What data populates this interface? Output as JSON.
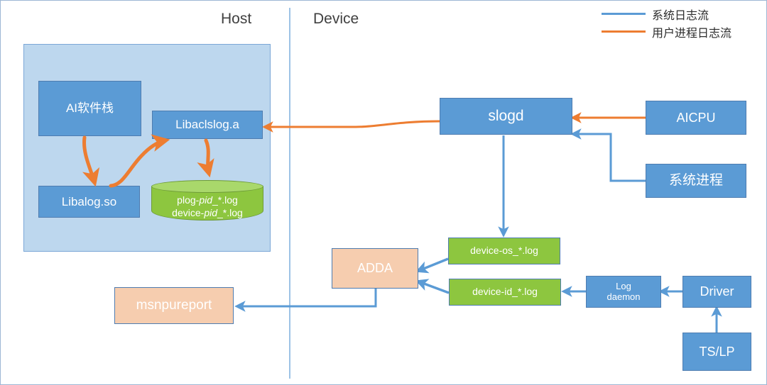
{
  "diagram": {
    "title_host": "Host",
    "title_device": "Device",
    "legend": [
      {
        "color": "#5B9BD5",
        "label": "系统日志流",
        "icon": "line-swatch-blue"
      },
      {
        "color": "#ED7D31",
        "label": "用户进程日志流",
        "icon": "line-swatch-orange"
      }
    ],
    "colors": {
      "blue": "#5B9BD5",
      "green": "#8DC63F",
      "green_top": "#A9D86B",
      "peach": "#F6CDAF",
      "container_blue": "#BDD7EE",
      "border_blue": "#4E7CB0",
      "flow_system": "#5B9BD5",
      "flow_user": "#ED7D31"
    },
    "nodes": {
      "ai_stack": {
        "label": "AI软件栈",
        "type": "blue",
        "font": 17
      },
      "libaclslog": {
        "label": "Libaclslog.a",
        "type": "blue",
        "font": 17
      },
      "libalog": {
        "label": "Libalog.so",
        "type": "blue",
        "font": 17
      },
      "slogd": {
        "label": "slogd",
        "type": "blue",
        "font": 21
      },
      "aicpu": {
        "label": "AICPU",
        "type": "blue",
        "font": 18
      },
      "sys_process": {
        "label": "系统进程",
        "type": "blue",
        "font": 19
      },
      "device_os_log": {
        "label": "device-os_*.log",
        "type": "green",
        "font": 14
      },
      "device_id_log": {
        "label": "device-id_*.log",
        "type": "green",
        "font": 14
      },
      "adda": {
        "label": "ADDA",
        "type": "peach",
        "font": 18
      },
      "msnpureport": {
        "label": "msnpureport",
        "type": "peach",
        "font": 19
      },
      "log_daemon": {
        "label": "Log\ndaemon",
        "type": "blue",
        "font": 13
      },
      "driver": {
        "label": "Driver",
        "type": "blue",
        "font": 18
      },
      "ts_lp": {
        "label": "TS/LP",
        "type": "blue",
        "font": 18
      }
    },
    "log_store": {
      "line1_prefix": "plog-",
      "line1_italic": "pid",
      "line1_suffix": "_*.log",
      "line2_prefix": "device-",
      "line2_italic": "pid",
      "line2_suffix": "_*.log"
    },
    "edges": [
      {
        "name": "ai-stack-to-libalog",
        "flow": "user"
      },
      {
        "name": "libalog-to-libaclslog",
        "flow": "user"
      },
      {
        "name": "libaclslog-to-log-store",
        "flow": "user"
      },
      {
        "name": "slogd-to-libaclslog",
        "flow": "user"
      },
      {
        "name": "aicpu-to-slogd",
        "flow": "user"
      },
      {
        "name": "sys-process-to-slogd",
        "flow": "system"
      },
      {
        "name": "slogd-to-device-os-log",
        "flow": "system"
      },
      {
        "name": "device-os-log-to-adda",
        "flow": "system"
      },
      {
        "name": "device-id-log-to-adda",
        "flow": "system"
      },
      {
        "name": "adda-to-msnpureport",
        "flow": "system"
      },
      {
        "name": "log-daemon-to-device-id-log",
        "flow": "system"
      },
      {
        "name": "driver-to-log-daemon",
        "flow": "system"
      },
      {
        "name": "ts-lp-to-driver",
        "flow": "system"
      }
    ]
  }
}
